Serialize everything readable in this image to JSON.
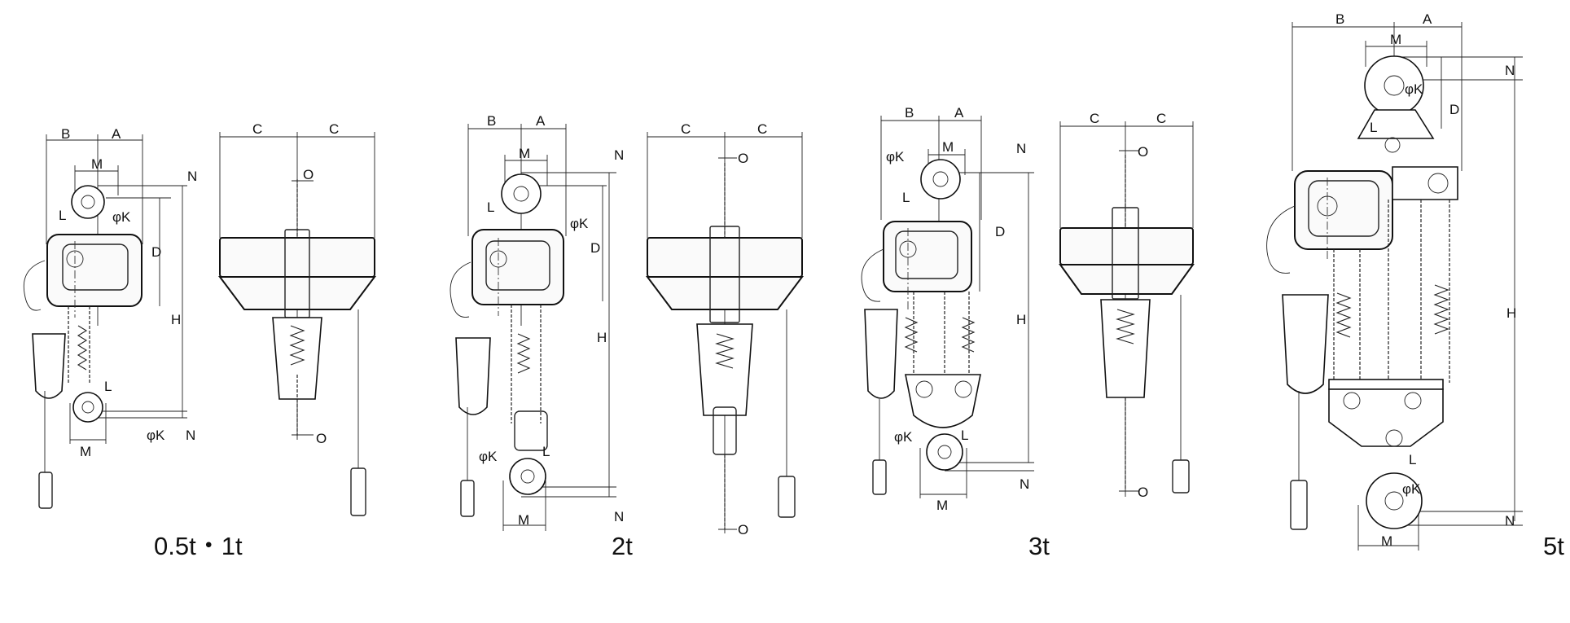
{
  "diagram": {
    "captions": {
      "c1": "0.5t・1t",
      "c2": "2t",
      "c3": "3t",
      "c4": "5t"
    },
    "dims": {
      "A": "A",
      "B": "B",
      "C": "C",
      "D": "D",
      "H": "H",
      "M": "M",
      "N": "N",
      "O": "O",
      "K": "φK",
      "L": "L"
    },
    "colors": {
      "line": "#222222",
      "background": "#ffffff"
    }
  }
}
